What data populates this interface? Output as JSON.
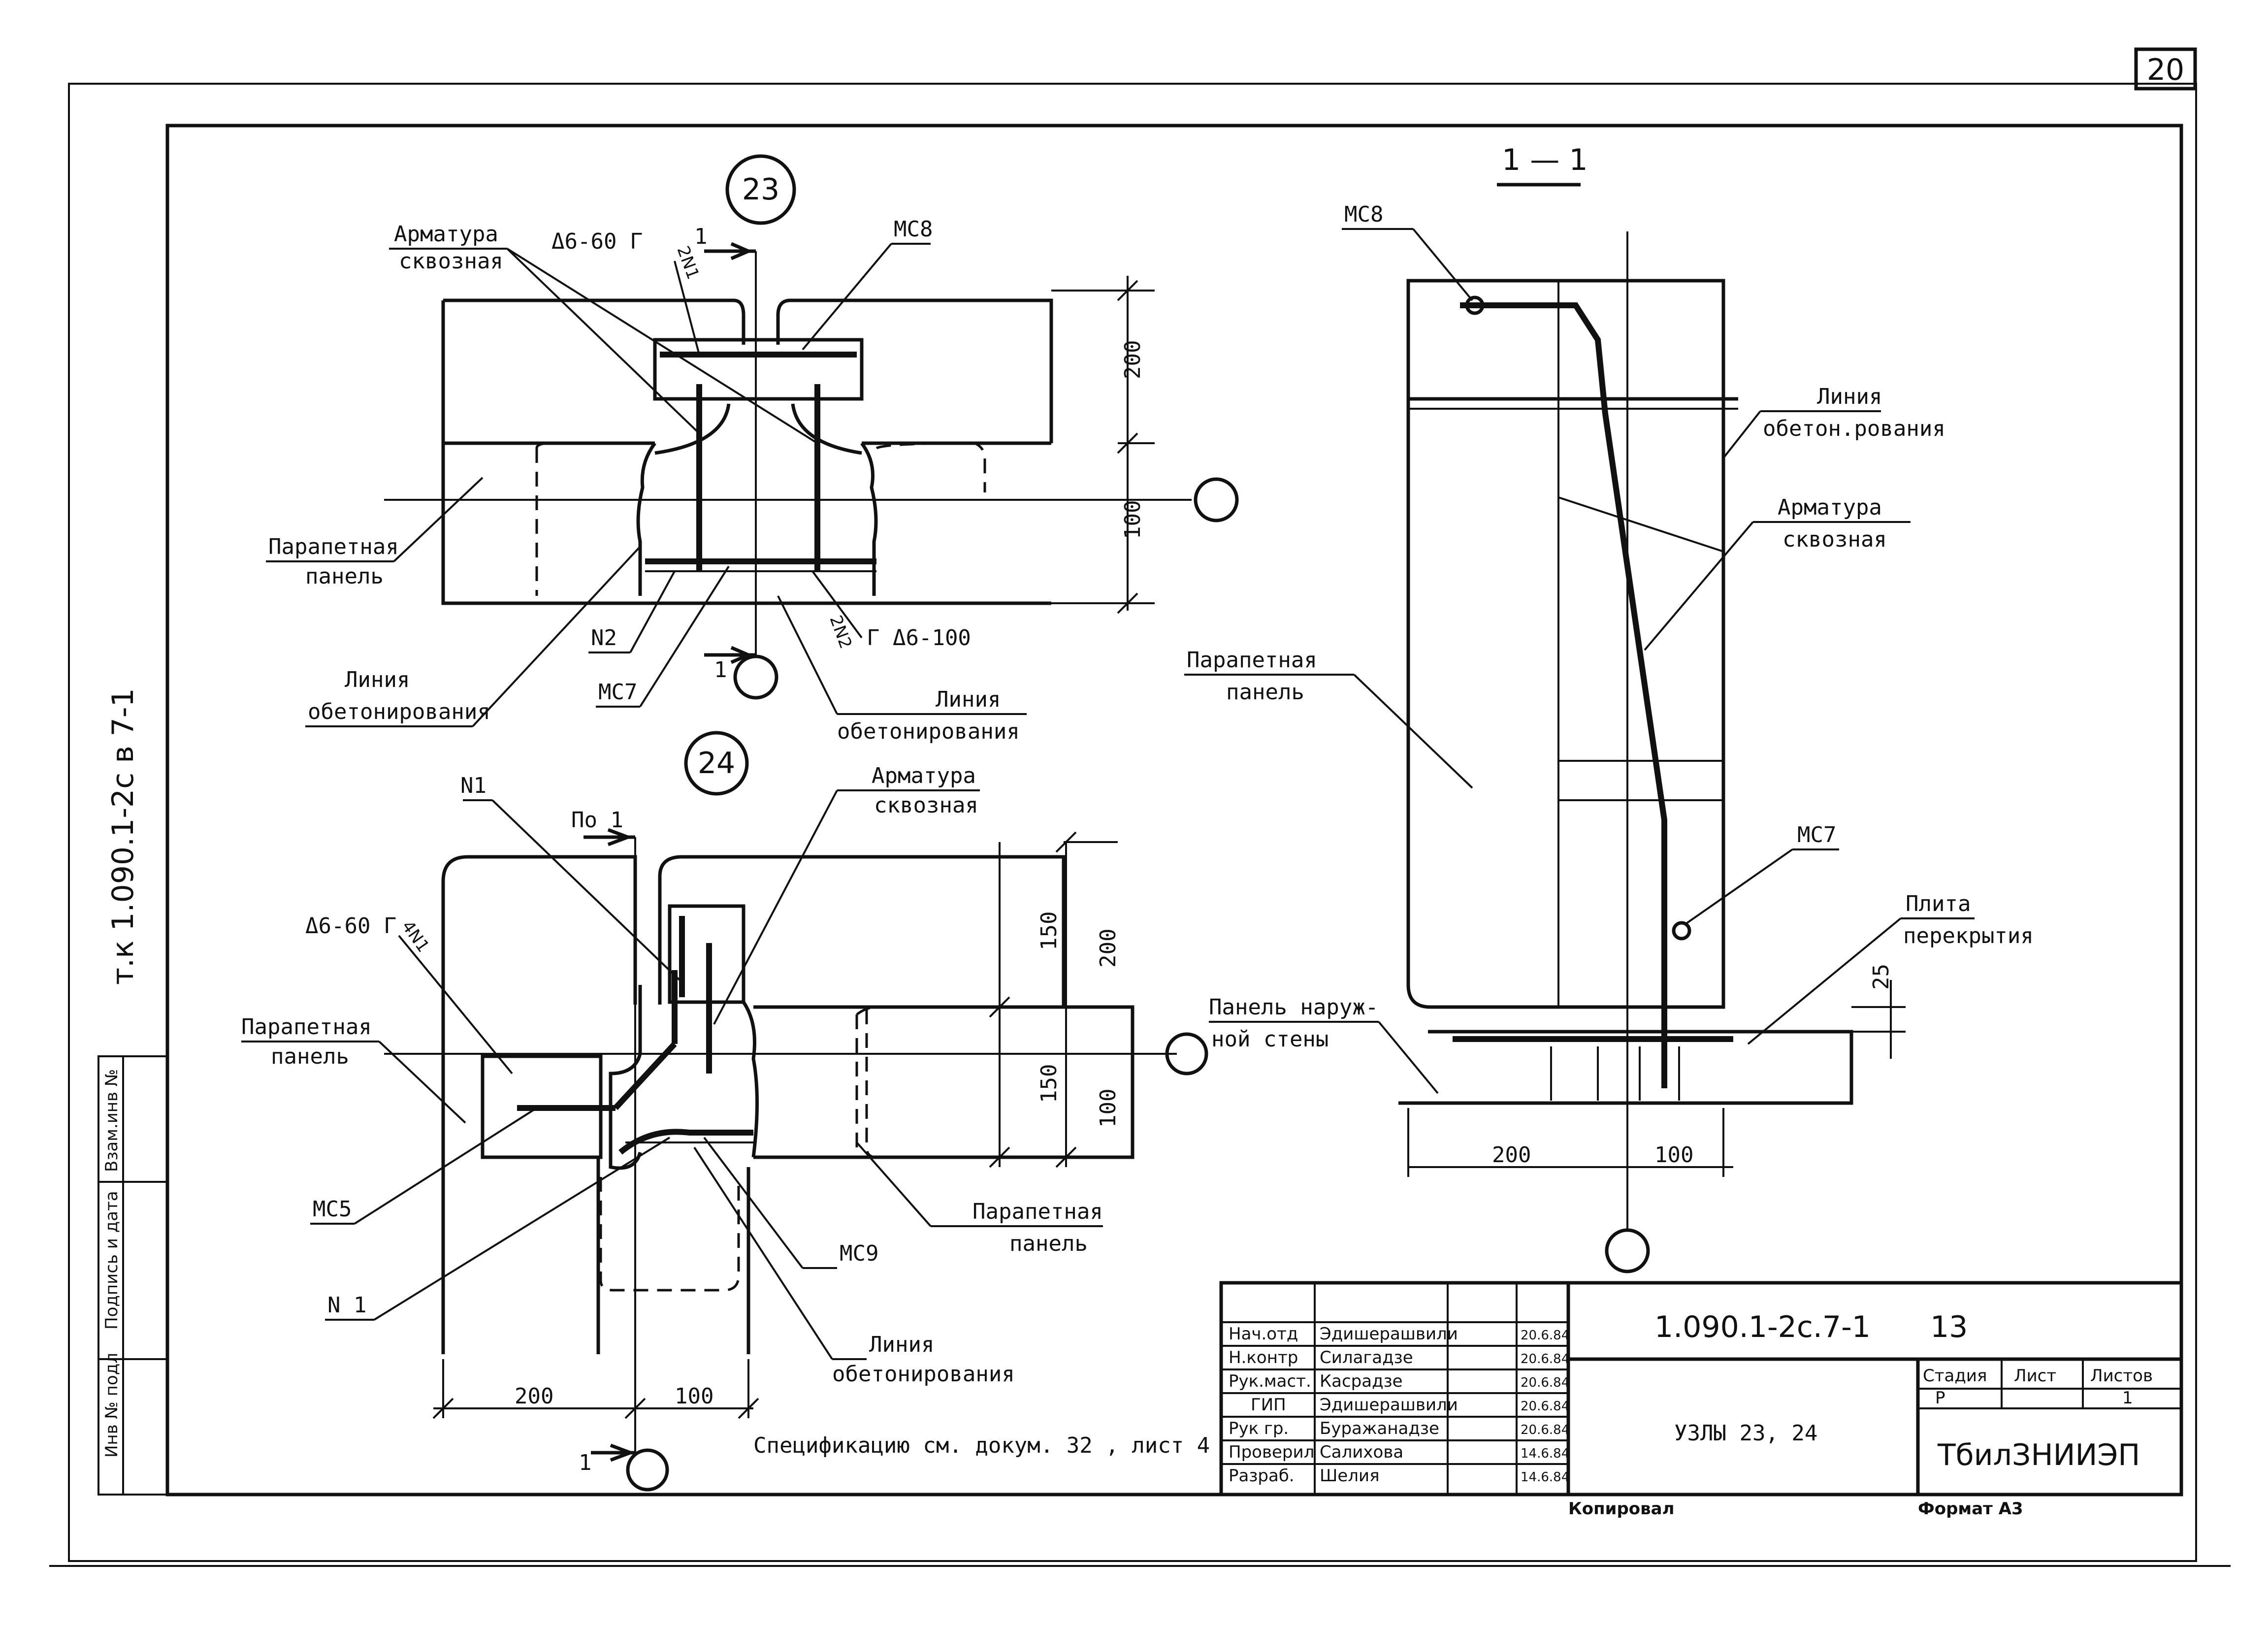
{
  "sheet": {
    "page_corner_number": "20",
    "side_stamp": "т.к 1.090.1-2с в 7-1",
    "spec_note": "Спецификацию см. докум. 32 , лист 4",
    "side_cols": [
      "Инв № подл",
      "Подпись и дата",
      "Взам.инв №"
    ]
  },
  "node23": {
    "number": "23",
    "label_armatura": "Арматура",
    "label_skvoznaya": "сквозная",
    "label_d6_60": "Δ6-60 Г",
    "label_2n1": "2N1",
    "label_mc8": "МС8",
    "label_section": "1",
    "label_parapet_1": "Парапетная",
    "label_parapet_2": "панель",
    "label_n2": "N2",
    "label_mc7": "МС7",
    "label_2n2": "2N2",
    "label_d6_100": "Г Δ6-100",
    "label_line_a1": "Линия",
    "label_line_a2": "обетонирования",
    "label_line_b1": "Линия",
    "label_line_b2": "обетонирования",
    "dim_200": "200",
    "dim_100": "100"
  },
  "node24": {
    "number": "24",
    "label_n1_top": "N1",
    "label_po1": "По 1",
    "label_armatura": "Арматура",
    "label_skvoznaya": "сквозная",
    "label_d6_60": "Δ6-60 Г",
    "label_4n1": "4N1",
    "label_parapet_l1": "Парапетная",
    "label_parapet_l2": "панель",
    "label_mc5": "МС5",
    "label_n1_bottom": "N 1",
    "label_mc9": "МС9",
    "label_parapet_r1": "Парапетная",
    "label_parapet_r2": "панель",
    "label_line1": "Линия",
    "label_line2": "обетонирования",
    "dim_150a": "150",
    "dim_200": "200",
    "dim_150b": "150",
    "dim_100": "100",
    "dim_bottom_200": "200",
    "dim_bottom_100": "100",
    "section_mark": "1"
  },
  "section11": {
    "title": "1 — 1",
    "label_mc8": "МС8",
    "label_line1": "Линия",
    "label_line2": "обетон.рования",
    "label_arm1": "Арматура",
    "label_arm2": "сквозная",
    "label_parapet1": "Парапетная",
    "label_parapet2": "панель",
    "label_mc7": "МС7",
    "label_plita1": "Плита",
    "label_plita2": "перекрытия",
    "label_wall1": "Панель наруж-",
    "label_wall2": "ной стены",
    "dim_25": "25",
    "dim_200": "200",
    "dim_100": "100"
  },
  "title_block": {
    "doc_code": "1.090.1-2с.7-1",
    "sheet_no": "13",
    "title": "УЗЛЫ 23, 24",
    "org": "ТбилЗНИИЭП",
    "stage_h": "Стадия",
    "sheet_h": "Лист",
    "sheets_h": "Листов",
    "stage_v": "Р",
    "sheet_v": "",
    "sheets_v": "1",
    "copied": "Копировал",
    "format": "Формат А3",
    "rows": [
      {
        "role": "Нач.отд",
        "name": "Эдишерашвили",
        "date": "20.6.84"
      },
      {
        "role": "Н.контр",
        "name": "Силагадзе",
        "date": "20.6.84"
      },
      {
        "role": "Рук.маст.",
        "name": "Касрадзе",
        "date": "20.6.84"
      },
      {
        "role": "ГИП",
        "name": "Эдишерашвили",
        "date": "20.6.84"
      },
      {
        "role": "Рук гр.",
        "name": "Буражанадзе",
        "date": "20.6.84"
      },
      {
        "role": "Проверил",
        "name": "Салихова",
        "date": "14.6.84"
      },
      {
        "role": "Разраб.",
        "name": "Шелия",
        "date": "14.6.84"
      }
    ]
  }
}
